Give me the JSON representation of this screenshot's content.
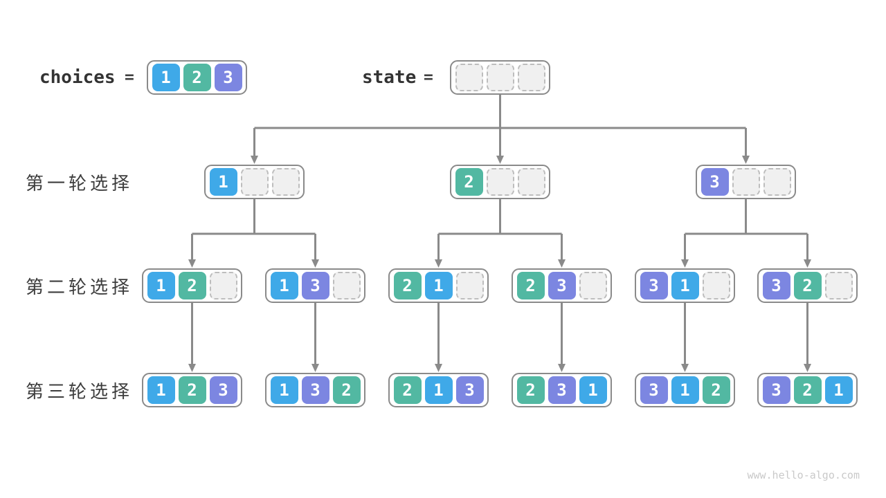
{
  "diagram": {
    "header": {
      "choices_label": "choices",
      "choices_equals": "=",
      "choices_cells": [
        "1",
        "2",
        "3"
      ],
      "state_label": "state",
      "state_equals": "=",
      "state_cells": [
        "",
        "",
        ""
      ]
    },
    "rows": [
      {
        "label": "第一轮选择",
        "nodes": [
          [
            "1",
            "",
            ""
          ],
          [
            "2",
            "",
            ""
          ],
          [
            "3",
            "",
            ""
          ]
        ]
      },
      {
        "label": "第二轮选择",
        "nodes": [
          [
            "1",
            "2",
            ""
          ],
          [
            "1",
            "3",
            ""
          ],
          [
            "2",
            "1",
            ""
          ],
          [
            "2",
            "3",
            ""
          ],
          [
            "3",
            "1",
            ""
          ],
          [
            "3",
            "2",
            ""
          ]
        ]
      },
      {
        "label": "第三轮选择",
        "nodes": [
          [
            "1",
            "2",
            "3"
          ],
          [
            "1",
            "3",
            "2"
          ],
          [
            "2",
            "1",
            "3"
          ],
          [
            "2",
            "3",
            "1"
          ],
          [
            "3",
            "1",
            "2"
          ],
          [
            "3",
            "2",
            "1"
          ]
        ]
      }
    ],
    "colors": {
      "1": "#3fa9e8",
      "2": "#52b8a2",
      "3": "#7c86e1",
      "empty_fill": "#f0f0f0",
      "empty_border": "#bdbdbd",
      "node_border": "#8a8a8a",
      "arrow": "#8a8a8a",
      "label_text": "#3d3d3d"
    },
    "watermark": "www.hello-algo.com"
  }
}
